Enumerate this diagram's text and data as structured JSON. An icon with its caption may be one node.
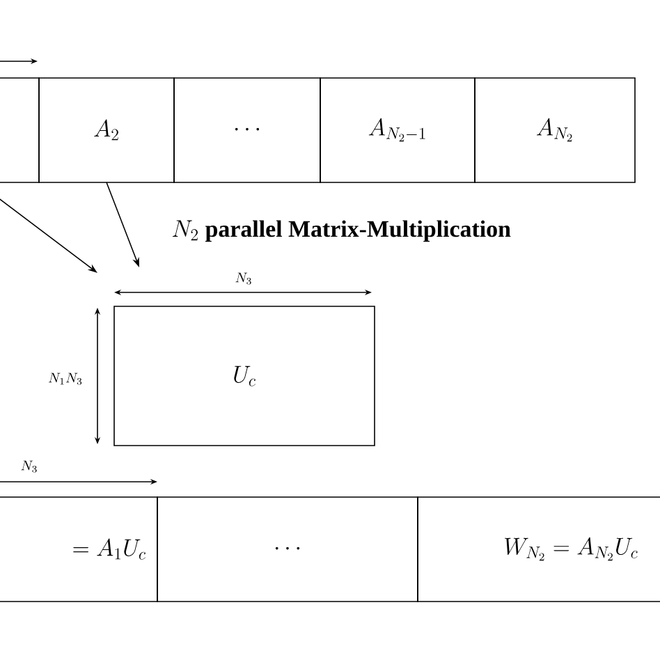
{
  "diagram": {
    "nodes": [
      {
        "text": [],
        "shape": "box"
      },
      {
        "text": [
          "A_{2}"
        ]
      },
      {
        "text": [
          "\\cdots"
        ]
      },
      {
        "text": [
          "A_{N_{2}-1}"
        ]
      },
      {
        "text": [
          "A_{N_{2}}"
        ]
      },
      {
        "text": [
          "U_{c}"
        ]
      },
      {
        "text": [
          "= A_{1}U_{c}"
        ]
      },
      {
        "text": [
          "\\cdots"
        ]
      },
      {
        "text": [
          "W_{N_{2}} = A_{N_{2}}U_{c}"
        ]
      }
    ],
    "edges": [
      {
        "from": 0,
        "to": 5,
        "arrow": "to"
      },
      {
        "from": 1,
        "to": 5,
        "arrow": "to"
      }
    ],
    "labels": [
      "N_{2}",
      "parallel Matrix-Multiplication",
      "N_{3}",
      "N_{1}N_{3}",
      "N_{3}"
    ]
  }
}
